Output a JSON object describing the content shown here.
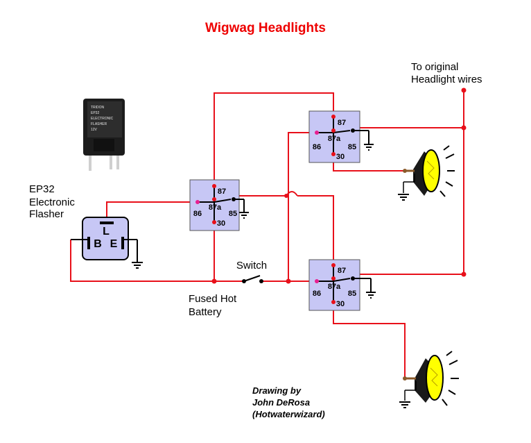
{
  "title": "Wigwag Headlights",
  "labels": {
    "original_line1": "To original",
    "original_line2": "Headlight wires",
    "flasher_line1": "EP32",
    "flasher_line2": "Electronic",
    "flasher_line3": "Flasher",
    "switch": "Switch",
    "fused_line1": "Fused Hot",
    "fused_line2": "Battery"
  },
  "credit": {
    "line1": "Drawing by",
    "line2": "John DeRosa",
    "line3": "(Hotwaterwizard)"
  },
  "flasher_terminals": {
    "l": "L",
    "b": "B",
    "e": "E"
  },
  "relay_pins": {
    "left": {
      "p87": "87",
      "p87a": "87a",
      "p86": "86",
      "p85": "85",
      "p30": "30"
    },
    "top": {
      "p87": "87",
      "p87a": "87a",
      "p86": "86",
      "p85": "85",
      "p30": "30"
    },
    "bottom": {
      "p87": "87",
      "p87a": "87a",
      "p86": "86",
      "p85": "85",
      "p30": "30"
    }
  },
  "colors": {
    "wire": "#e8101a",
    "relay_fill": "#c7c7f5",
    "lamp_lens": "#ffff00",
    "title": "#ee0000"
  }
}
